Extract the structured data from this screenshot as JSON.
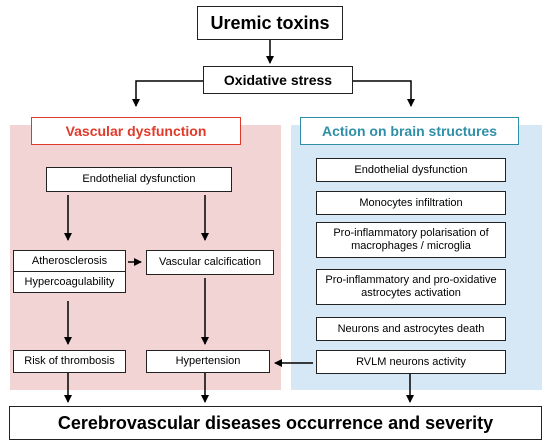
{
  "top": {
    "title": "Uremic toxins",
    "stress": "Oxidative stress"
  },
  "vascular": {
    "header": "Vascular dysfunction",
    "header_color": "#e03a2a",
    "panel_color": "#f2d4d4",
    "endothelial": "Endothelial dysfunction",
    "atherosclerosis": "Atherosclerosis",
    "hypercoagulability": "Hypercoagulability",
    "calcification": "Vascular calcification",
    "thrombosis": "Risk of thrombosis",
    "hypertension": "Hypertension"
  },
  "brain": {
    "header": "Action on brain structures",
    "header_color": "#2f8fa8",
    "panel_color": "#d6e8f5",
    "items": [
      "Endothelial dysfunction",
      "Monocytes infiltration",
      "Pro-inflammatory polarisation of macrophages / microglia",
      "Pro-inflammatory and pro-oxidative astrocytes activation",
      "Neurons and astrocytes death",
      "RVLM neurons activity"
    ]
  },
  "bottom": {
    "title": "Cerebrovascular diseases occurrence and severity"
  }
}
